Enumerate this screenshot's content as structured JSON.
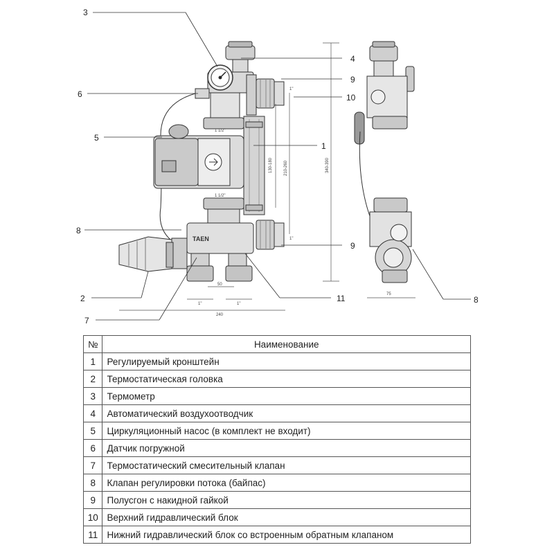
{
  "brand": "TAEN",
  "callouts": {
    "c1": "1",
    "c2": "2",
    "c3": "3",
    "c4": "4",
    "c5": "5",
    "c6": "6",
    "c7": "7",
    "c8_left": "8",
    "c8_right": "8",
    "c9_top": "9",
    "c9_bottom": "9",
    "c10": "10",
    "c11": "11"
  },
  "dimensions": {
    "pipe_upper": "1 1/2\"",
    "pipe_lower": "1 1/2\"",
    "thread_right_top": "1\"",
    "thread_right_bottom": "1\"",
    "v130": "130-180",
    "v210": "210-260",
    "v340": "340-390",
    "bottom_50": "50",
    "bottom_left_1": "1\"",
    "bottom_right_1": "1\"",
    "width_240": "240",
    "side_75": "75"
  },
  "table": {
    "header_num": "№",
    "header_name": "Наименование",
    "rows": [
      {
        "num": "1",
        "name": "Регулируемый кронштейн"
      },
      {
        "num": "2",
        "name": "Термостатическая головка"
      },
      {
        "num": "3",
        "name": "Термометр"
      },
      {
        "num": "4",
        "name": "Автоматический воздухоотводчик"
      },
      {
        "num": "5",
        "name": "Циркуляционный насос (в комплект не входит)"
      },
      {
        "num": "6",
        "name": "Датчик погружной"
      },
      {
        "num": "7",
        "name": "Термостатический смесительный клапан"
      },
      {
        "num": "8",
        "name": "Клапан регулировки потока (байпас)"
      },
      {
        "num": "9",
        "name": "Полусгон с накидной гайкой"
      },
      {
        "num": "10",
        "name": "Верхний гидравлический блок"
      },
      {
        "num": "11",
        "name": "Нижний гидравлический блок со встроенным обратным клапаном"
      }
    ]
  }
}
